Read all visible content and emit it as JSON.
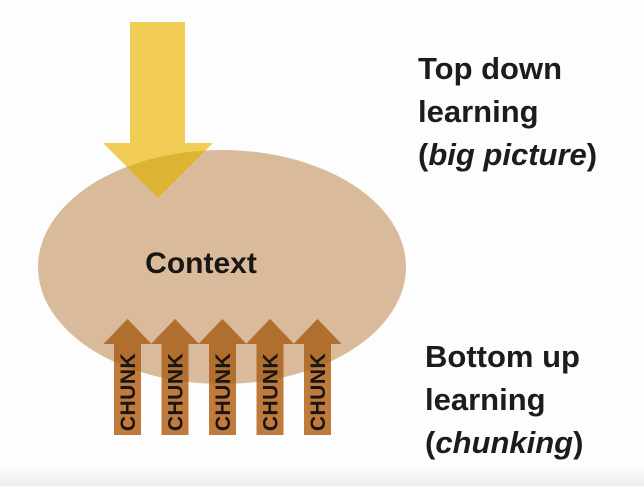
{
  "diagram": {
    "context_label": "Context",
    "chunk_label": "CHUNK",
    "colors": {
      "background": "#fdfdfe",
      "ellipse": "#d9bb9c",
      "yellow_arrow": "#f1cd55",
      "yellow_arrow_shaded": "#ddb334",
      "chunk_arrow": "#c07b3c",
      "chunk_arrow_shaded": "#b06e2f",
      "diagram_text": "#181512",
      "label_text": "#1c1c1c"
    }
  },
  "labels": {
    "top": {
      "line1": "Top down",
      "line2": "learning",
      "paren_open": "(",
      "italic": "big picture",
      "paren_close": ")"
    },
    "bottom": {
      "line1": "Bottom up",
      "line2": "learning",
      "paren_open": "(",
      "italic": "chunking",
      "paren_close": ")"
    }
  }
}
